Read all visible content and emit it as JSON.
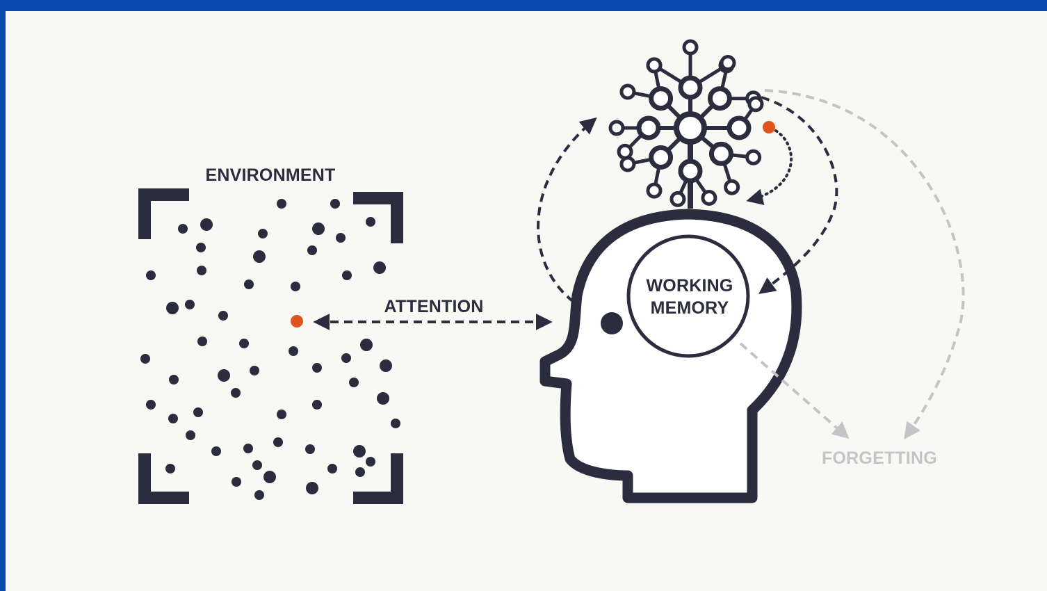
{
  "labels": {
    "environment": "ENVIRONMENT",
    "attention": "ATTENTION",
    "working_memory_line1": "WORKING",
    "working_memory_line2": "MEMORY",
    "forgetting": "FORGETTING"
  },
  "colors": {
    "background_border": "#0a4aae",
    "canvas": "#f8f9f4",
    "ink": "#2b2d3e",
    "highlight": "#e0531f",
    "faded": "#c3c4c6"
  },
  "icons": {
    "environment_points": "dot-field",
    "long_term_memory": "neural-network-icon",
    "person": "head-profile-icon"
  }
}
